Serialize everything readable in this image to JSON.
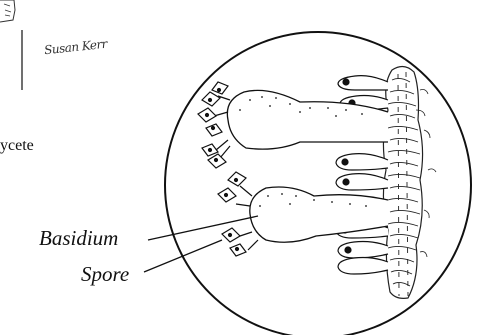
{
  "handwritten_signature": "Susan Kerr",
  "caption_fragment": "ycete",
  "labels": {
    "basidium": "Basidium",
    "spore": "Spore"
  }
}
